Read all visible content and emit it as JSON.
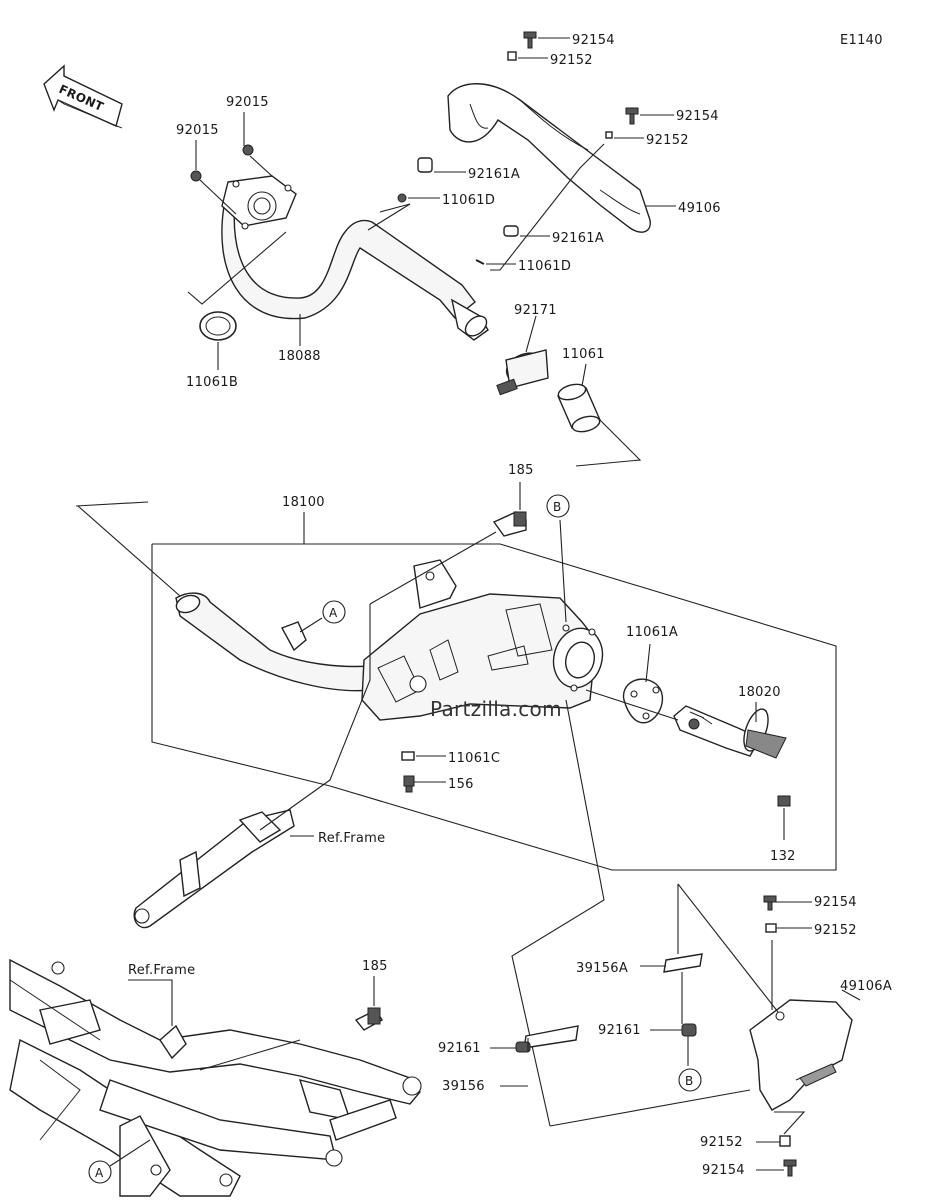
{
  "diagram_code": "E1140",
  "front_label": "FRONT",
  "watermark": "Partzilla.com",
  "callouts": {
    "A_top": "A",
    "A_bottom": "A",
    "B_top": "B",
    "B_bottom": "B"
  },
  "labels": {
    "p92154_a": "92154",
    "p92152_a": "92152",
    "p92154_b": "92154",
    "p92152_b": "92152",
    "p92015_a": "92015",
    "p92015_b": "92015",
    "p92161A_a": "92161A",
    "p11061D_a": "11061D",
    "p49106": "49106",
    "p92161A_b": "92161A",
    "p11061D_b": "11061D",
    "p92171": "92171",
    "p11061": "11061",
    "p18088": "18088",
    "p11061B": "11061B",
    "p185_a": "185",
    "p18100": "18100",
    "p11061A": "11061A",
    "p18020": "18020",
    "p11061C": "11061C",
    "p156": "156",
    "p132": "132",
    "ref_frame_a": "Ref.Frame",
    "ref_frame_b": "Ref.Frame",
    "p185_b": "185",
    "p92154_c": "92154",
    "p92152_c": "92152",
    "p39156A": "39156A",
    "p49106A": "49106A",
    "p92161_a": "92161",
    "p92161_b": "92161",
    "p39156": "39156",
    "p92152_d": "92152",
    "p92154_d": "92154"
  }
}
